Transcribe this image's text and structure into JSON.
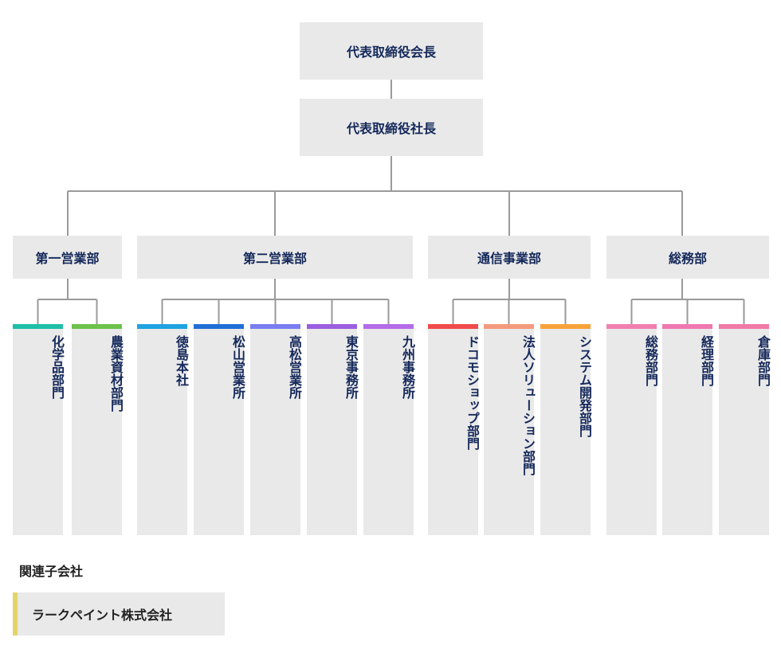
{
  "chairman": "代表取締役会長",
  "president": "代表取締役社長",
  "departments": [
    {
      "name": "第一営業部",
      "units": [
        {
          "name": "化学品部門",
          "color": "#1fbfa9"
        },
        {
          "name": "農業資材部門",
          "color": "#6cc24a"
        }
      ]
    },
    {
      "name": "第二営業部",
      "units": [
        {
          "name": "徳島本社",
          "color": "#1fa3e0"
        },
        {
          "name": "松山営業所",
          "color": "#1f6fd6"
        },
        {
          "name": "高松営業所",
          "color": "#7a7ef0"
        },
        {
          "name": "東京事務所",
          "color": "#9b5fe0"
        },
        {
          "name": "九州事務所",
          "color": "#b46be8"
        }
      ]
    },
    {
      "name": "通信事業部",
      "units": [
        {
          "name": "ドコモショップ部門",
          "color": "#f04a4a"
        },
        {
          "name": "法人ソリューション部門",
          "color": "#f49a7e"
        },
        {
          "name": "システム開発部門",
          "color": "#f7a33a"
        }
      ]
    },
    {
      "name": "総務部",
      "units": [
        {
          "name": "総務部門",
          "color": "#f080b0"
        },
        {
          "name": "経理部門",
          "color": "#f078b0"
        },
        {
          "name": "倉庫部門",
          "color": "#f07aa8"
        }
      ]
    }
  ],
  "affiliate": {
    "heading": "関連子会社",
    "company": "ラークペイント株式会社",
    "accent": "#e3d46a"
  },
  "colors": {
    "text": "#14285a",
    "box": "#e9e9e9",
    "line": "#9a9a9a"
  }
}
